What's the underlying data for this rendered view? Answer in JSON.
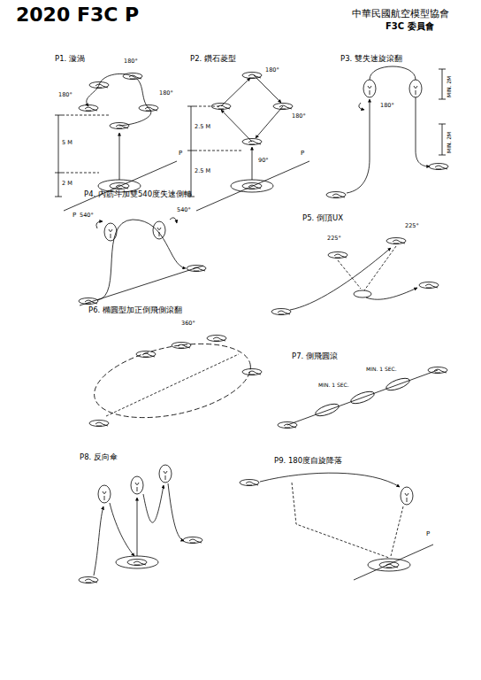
{
  "diagram": {
    "title": "2020 F3C P",
    "labels": [
      "中華民國航空模型協會",
      "F3C 委員會",
      "P1. 漩渦",
      "180°",
      "180°",
      "180°",
      "5 M",
      "2 M",
      "P",
      "P",
      "P2. 鑽石菱型",
      "2.5 M",
      "180°",
      "2.5 M",
      "180°",
      "90°",
      "P",
      "P3. 雙失速旋滾翻",
      "MIN. 2M",
      "MIN. 2M",
      "180°",
      "P4. 內筋斗加雙540度失速側轉",
      "540°",
      "540°",
      "P5. 倒頂UX",
      "225°",
      "225°",
      "P6. 橢圓型加正倒飛側滾翻",
      "360°",
      "P7. 側飛圓滾",
      "MIN. 1 SEC.",
      "MIN. 1 SEC.",
      "P8. 反向傘",
      "P9. 180度自旋降落",
      "P"
    ]
  }
}
